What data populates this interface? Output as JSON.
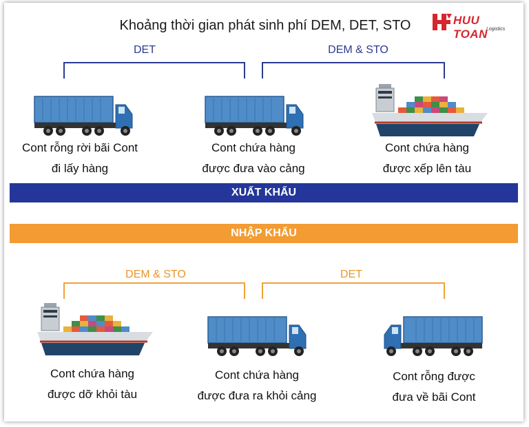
{
  "title": "Khoảng thời gian phát sinh phí DEM, DET, STO",
  "logo": {
    "name": "HUU TOAN",
    "tagline": "Logistics",
    "brand_color": "#d6262e"
  },
  "colors": {
    "export": "#24369a",
    "import": "#f29c33",
    "container": "#4f8cc8",
    "cab": "#2f6fb3",
    "hull": "#1f4468"
  },
  "export": {
    "band_label": "XUẤT KHẨU",
    "brackets": [
      {
        "label": "DET"
      },
      {
        "label": "DEM & STO"
      }
    ],
    "steps": [
      {
        "line1": "Cont rỗng rời bãi Cont",
        "line2": "đi lấy hàng",
        "icon": "truck-icon"
      },
      {
        "line1": "Cont chứa hàng",
        "line2": "được đưa vào cảng",
        "icon": "truck-icon"
      },
      {
        "line1": "Cont chứa hàng",
        "line2": "được xếp lên tàu",
        "icon": "ship-icon"
      }
    ]
  },
  "import": {
    "band_label": "NHẬP KHẨU",
    "brackets": [
      {
        "label": "DEM & STO"
      },
      {
        "label": "DET"
      }
    ],
    "steps": [
      {
        "line1": "Cont chứa hàng",
        "line2": "được dỡ khỏi tàu",
        "icon": "ship-icon"
      },
      {
        "line1": "Cont chứa hàng",
        "line2": "được đưa ra khỏi cảng",
        "icon": "truck-icon"
      },
      {
        "line1": "Cont rỗng được",
        "line2": "đưa về bãi Cont",
        "icon": "truck-icon"
      }
    ]
  }
}
